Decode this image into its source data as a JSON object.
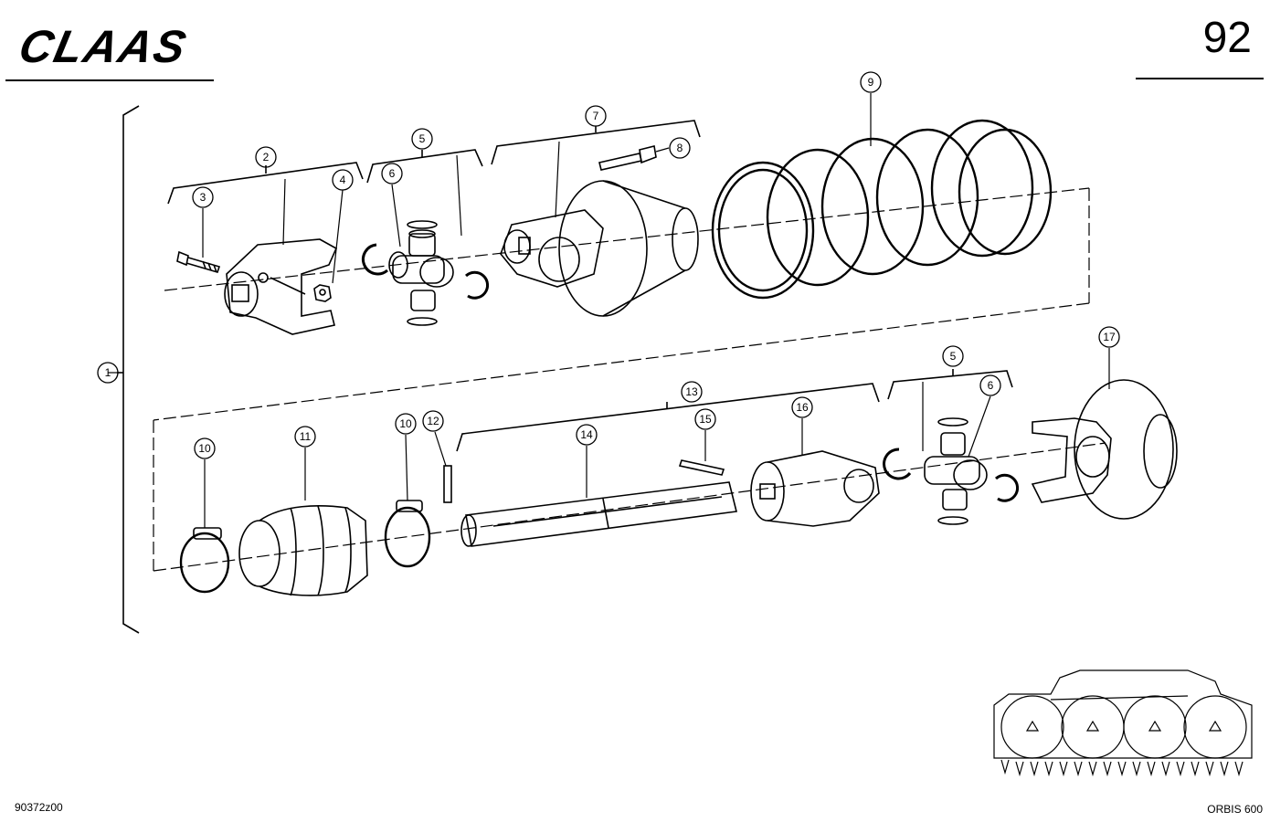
{
  "header": {
    "logo_text": "CLAAS",
    "page_number": "92"
  },
  "footer": {
    "drawing_code": "90372z00",
    "model": "ORBIS 600"
  },
  "callouts": {
    "c1": "1",
    "c2": "2",
    "c3": "3",
    "c4": "4",
    "c5a": "5",
    "c6a": "6",
    "c7": "7",
    "c8": "8",
    "c9": "9",
    "c10a": "10",
    "c11": "11",
    "c10b": "10",
    "c12": "12",
    "c13": "13",
    "c14": "14",
    "c15": "15",
    "c16": "16",
    "c5b": "5",
    "c6b": "6",
    "c17": "17"
  }
}
